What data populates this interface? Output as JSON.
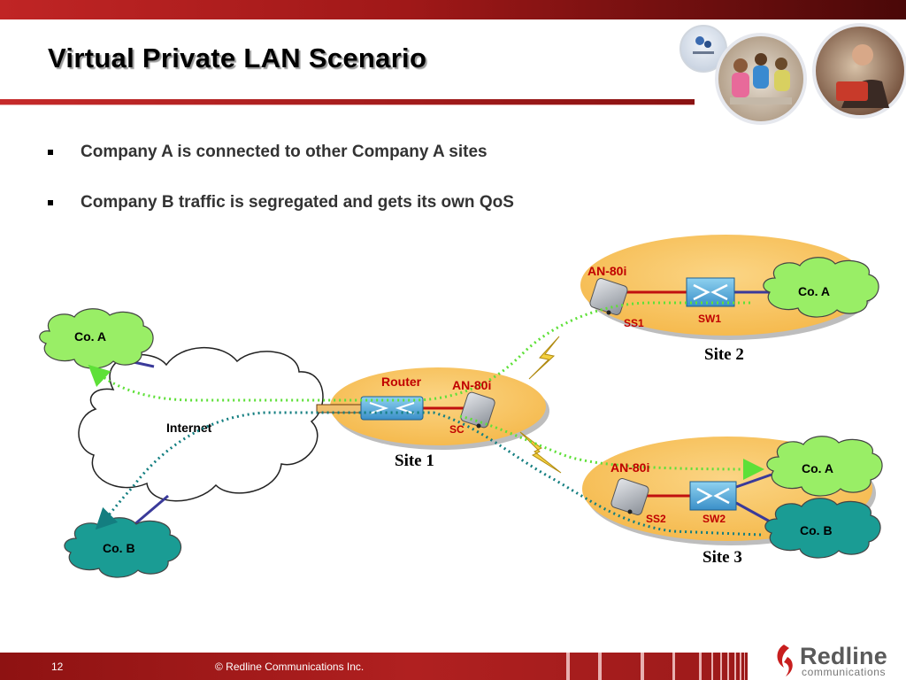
{
  "slide": {
    "title": "Virtual Private LAN Scenario",
    "bullets": [
      "Company A is connected to other Company A sites",
      "Company B traffic is segregated and gets its own QoS"
    ],
    "page_number": "12",
    "copyright": "© Redline Communications Inc.",
    "logo": {
      "name": "Redline",
      "tagline": "communications"
    }
  },
  "diagram": {
    "internet_label": "Internet",
    "clouds": {
      "left_a": "Co. A",
      "left_b": "Co. B",
      "site2_a": "Co. A",
      "site3_a": "Co. A",
      "site3_b": "Co. B"
    },
    "site1": {
      "label": "Site 1",
      "router_label": "Router",
      "an80i_label": "AN-80i",
      "sc_label": "SC"
    },
    "site2": {
      "label": "Site 2",
      "an80i_label": "AN-80i",
      "ss_label": "SS1",
      "sw_label": "SW1"
    },
    "site3": {
      "label": "Site 3",
      "an80i_label": "AN-80i",
      "ss_label": "SS2",
      "sw_label": "SW2"
    }
  },
  "colors": {
    "brand_red": "#b01e1e",
    "company_a_cloud": "#99ee66",
    "company_b_cloud": "#1a9c94",
    "site_ellipse": "#f9c96a",
    "label_red": "#c00000",
    "company_a_path": "#66ee44",
    "company_b_path": "#1a7f80"
  }
}
